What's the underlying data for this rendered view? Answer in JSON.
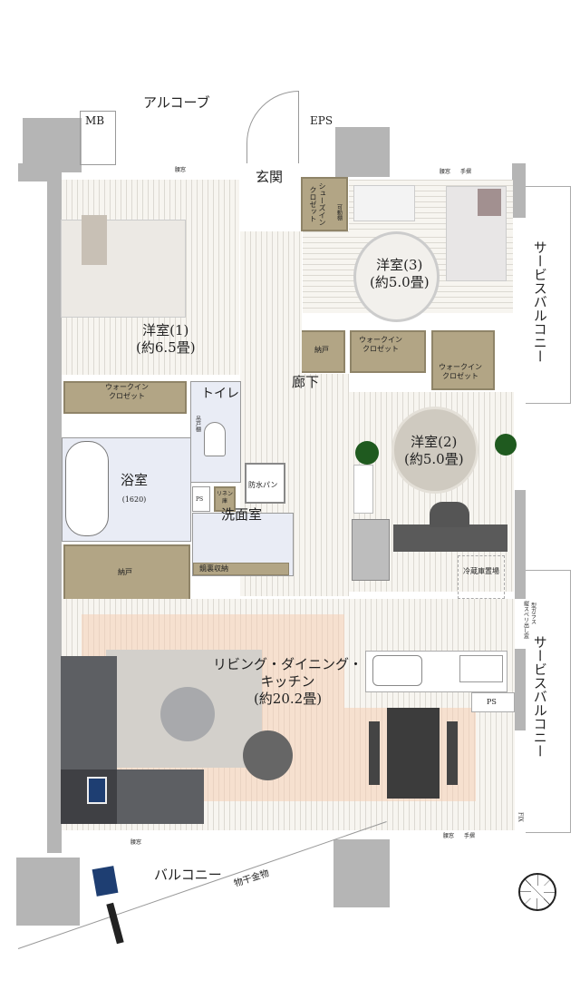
{
  "rooms": {
    "alcove": "アルコーブ",
    "mb": "MB",
    "eps": "EPS",
    "entrance": "玄関",
    "shoe_closet": "シューズインクロゼット",
    "movable_shelf": "可動棚",
    "room1": {
      "name": "洋室(1)",
      "size": "(約6.5畳)"
    },
    "room2": {
      "name": "洋室(2)",
      "size": "(約5.0畳)"
    },
    "room3": {
      "name": "洋室(3)",
      "size": "(約5.0畳)"
    },
    "storage": "納戸",
    "walk_in_closet": "ウォークインクロゼット",
    "toilet": "トイレ",
    "hanging_shelf": "吊戸棚",
    "ps": "PS",
    "linen": "リネン庫",
    "waterproof_pan": "防水パン",
    "hallway": "廊下",
    "bath": {
      "name": "浴室",
      "size": "(1620)"
    },
    "washroom": "洗面室",
    "mirror_storage": "鏡裏収納",
    "fridge": "冷蔵庫置場",
    "ldk": {
      "name1": "リビング・ダイニング・",
      "name2": "キッチン",
      "size": "(約20.2畳)"
    },
    "service_balcony": "サービスバルコニー",
    "balcony": "バルコニー",
    "drying_hardware": "物干金物"
  },
  "windows": {
    "waist": "腰窓",
    "handrail": "手摺",
    "vertical_sliding": "縦スベリ出し窓",
    "glass": "型ガラス",
    "fix": "FIX"
  },
  "colors": {
    "wall": "#b5b5b5",
    "closet": "#b2a585",
    "wet_area": "#e9ecf5",
    "rug": "#f5dccb"
  },
  "icons": {
    "compass": "compass-north-icon"
  }
}
